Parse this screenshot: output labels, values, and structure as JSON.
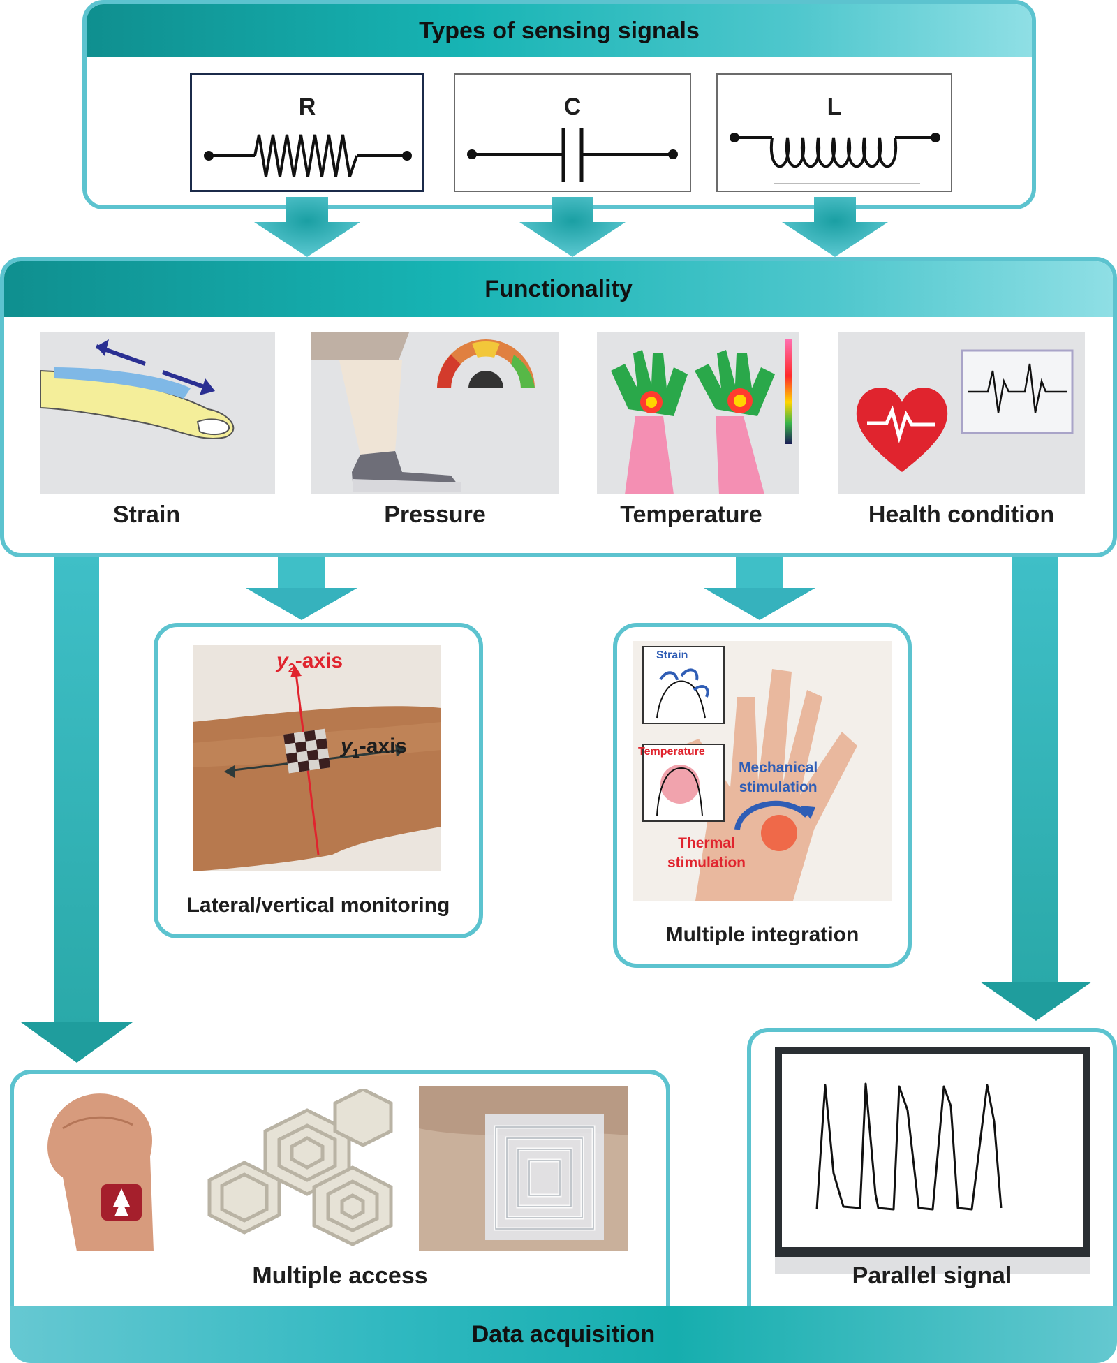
{
  "signals": {
    "title": "Types of sensing signals",
    "items": [
      {
        "symbol": "R"
      },
      {
        "symbol": "C"
      },
      {
        "symbol": "L"
      }
    ]
  },
  "functionality": {
    "title": "Functionality",
    "items": [
      {
        "label": "Strain"
      },
      {
        "label": "Pressure"
      },
      {
        "label": "Temperature"
      },
      {
        "label": "Health condition"
      }
    ]
  },
  "lateral": {
    "label": "Lateral/vertical monitoring",
    "y2_axis": "y",
    "y2_sub": "2",
    "y2_suffix": "-axis",
    "y1_axis": "y",
    "y1_sub": "1",
    "y1_suffix": "-axis"
  },
  "integration": {
    "label": "Multiple integration",
    "strain_label": "Strain",
    "temperature_label": "Temperature",
    "mechanical_line1": "Mechanical",
    "mechanical_line2": "stimulation",
    "thermal_line1": "Thermal",
    "thermal_line2": "stimulation"
  },
  "access": {
    "label": "Multiple access"
  },
  "parallel": {
    "label": "Parallel signal"
  },
  "data_acquisition": {
    "title": "Data acquisition"
  },
  "colors": {
    "panel_border": "#5cc3cf",
    "arrow": "#3fbfc7",
    "bar_dark": "#0f8f8f",
    "accent_red": "#e0242e",
    "accent_blue": "#2f5db5"
  }
}
